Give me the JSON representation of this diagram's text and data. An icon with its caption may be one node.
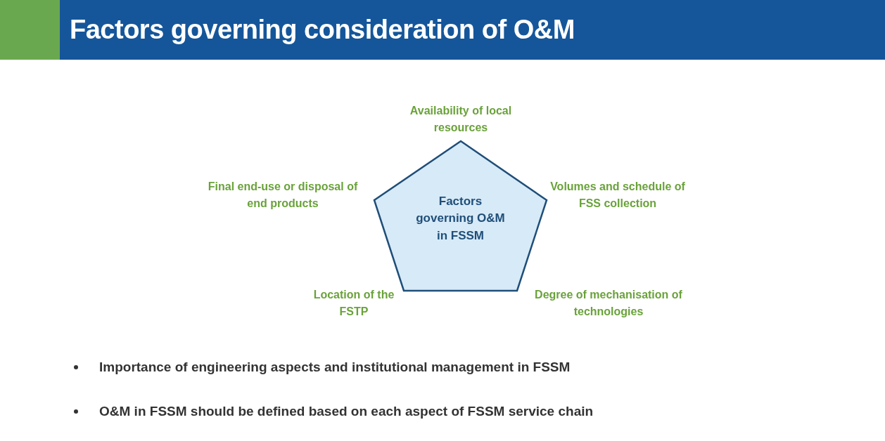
{
  "diagram": {
    "title": "Factors governing consideration of O&M",
    "nodes": [
      {
        "text": [
          "Factors governing O&M in FSSM"
        ]
      }
    ],
    "edges": [],
    "labels": [
      "Availability of local resources",
      "Final end-use or disposal of end products",
      "Volumes and schedule of FSS collection",
      "Location of the FSTP",
      "Degree of mechanisation of technologies",
      "Importance of engineering aspects and institutional management in FSSM",
      "O&M in FSSM should be defined based on each aspect of FSSM service chain"
    ]
  }
}
